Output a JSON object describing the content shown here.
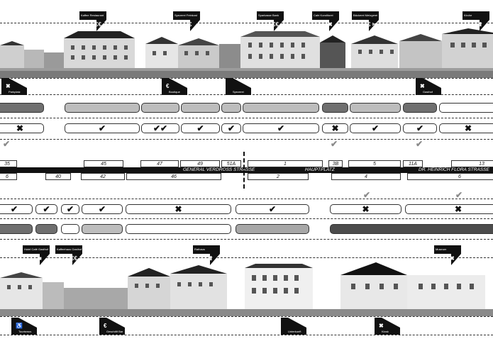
{
  "streets": {
    "left": "GENERAL VERDROSS STRASSE",
    "center": "HAUPTPLATZ",
    "right": "DR. HEINRICH FLORA STRASSE"
  },
  "numbers_top": [
    "35",
    "45",
    "47",
    "49",
    "51A",
    "1",
    "3B",
    "5",
    "11A",
    "13"
  ],
  "numbers_bottom": [
    "6",
    "40",
    "42",
    "46",
    "2",
    "4",
    "6"
  ],
  "top_flags": [
    {
      "label": "Kaffee Restaurant",
      "sym": "€€"
    },
    {
      "label": "Spezerei Feinkost",
      "sym": "€"
    },
    {
      "label": "Sparkasse Bank",
      "sym": "€€"
    },
    {
      "label": "Cafe Konditorei",
      "sym": "✖"
    },
    {
      "label": "Bäckerei Metzgerei",
      "sym": "€ ✂"
    },
    {
      "label": "Kirche",
      "sym": "⬆"
    }
  ],
  "mid_flags": [
    {
      "label": "Parkplatz",
      "sym": "✖"
    },
    {
      "label": "Boutique",
      "sym": "€"
    },
    {
      "label": "Spezerei",
      "sym": ""
    },
    {
      "label": "Gasthof",
      "sym": "✖"
    }
  ],
  "lower_flags": [
    {
      "label": "Hotel Café Gasthof",
      "sym": "■"
    },
    {
      "label": "Kaffeehaus Gasthof",
      "sym": "€€"
    },
    {
      "label": "Rathaus",
      "sym": "⬆"
    },
    {
      "label": "Museum",
      "sym": "✖"
    }
  ],
  "bottom_flags": [
    {
      "label": "Tourismus",
      "sym": "♿"
    },
    {
      "label": "Geschäft Bar",
      "sym": "€"
    },
    {
      "label": "Unterkunft",
      "sym": ""
    },
    {
      "label": "Kiosk",
      "sym": "✖"
    }
  ],
  "marks": {
    "check": "✔",
    "cross": "✖"
  },
  "colors": {
    "dark": "#4c4c4c",
    "mid": "#6f6f6f",
    "light": "#bdbdbd",
    "lighter": "#a7a7a7"
  }
}
